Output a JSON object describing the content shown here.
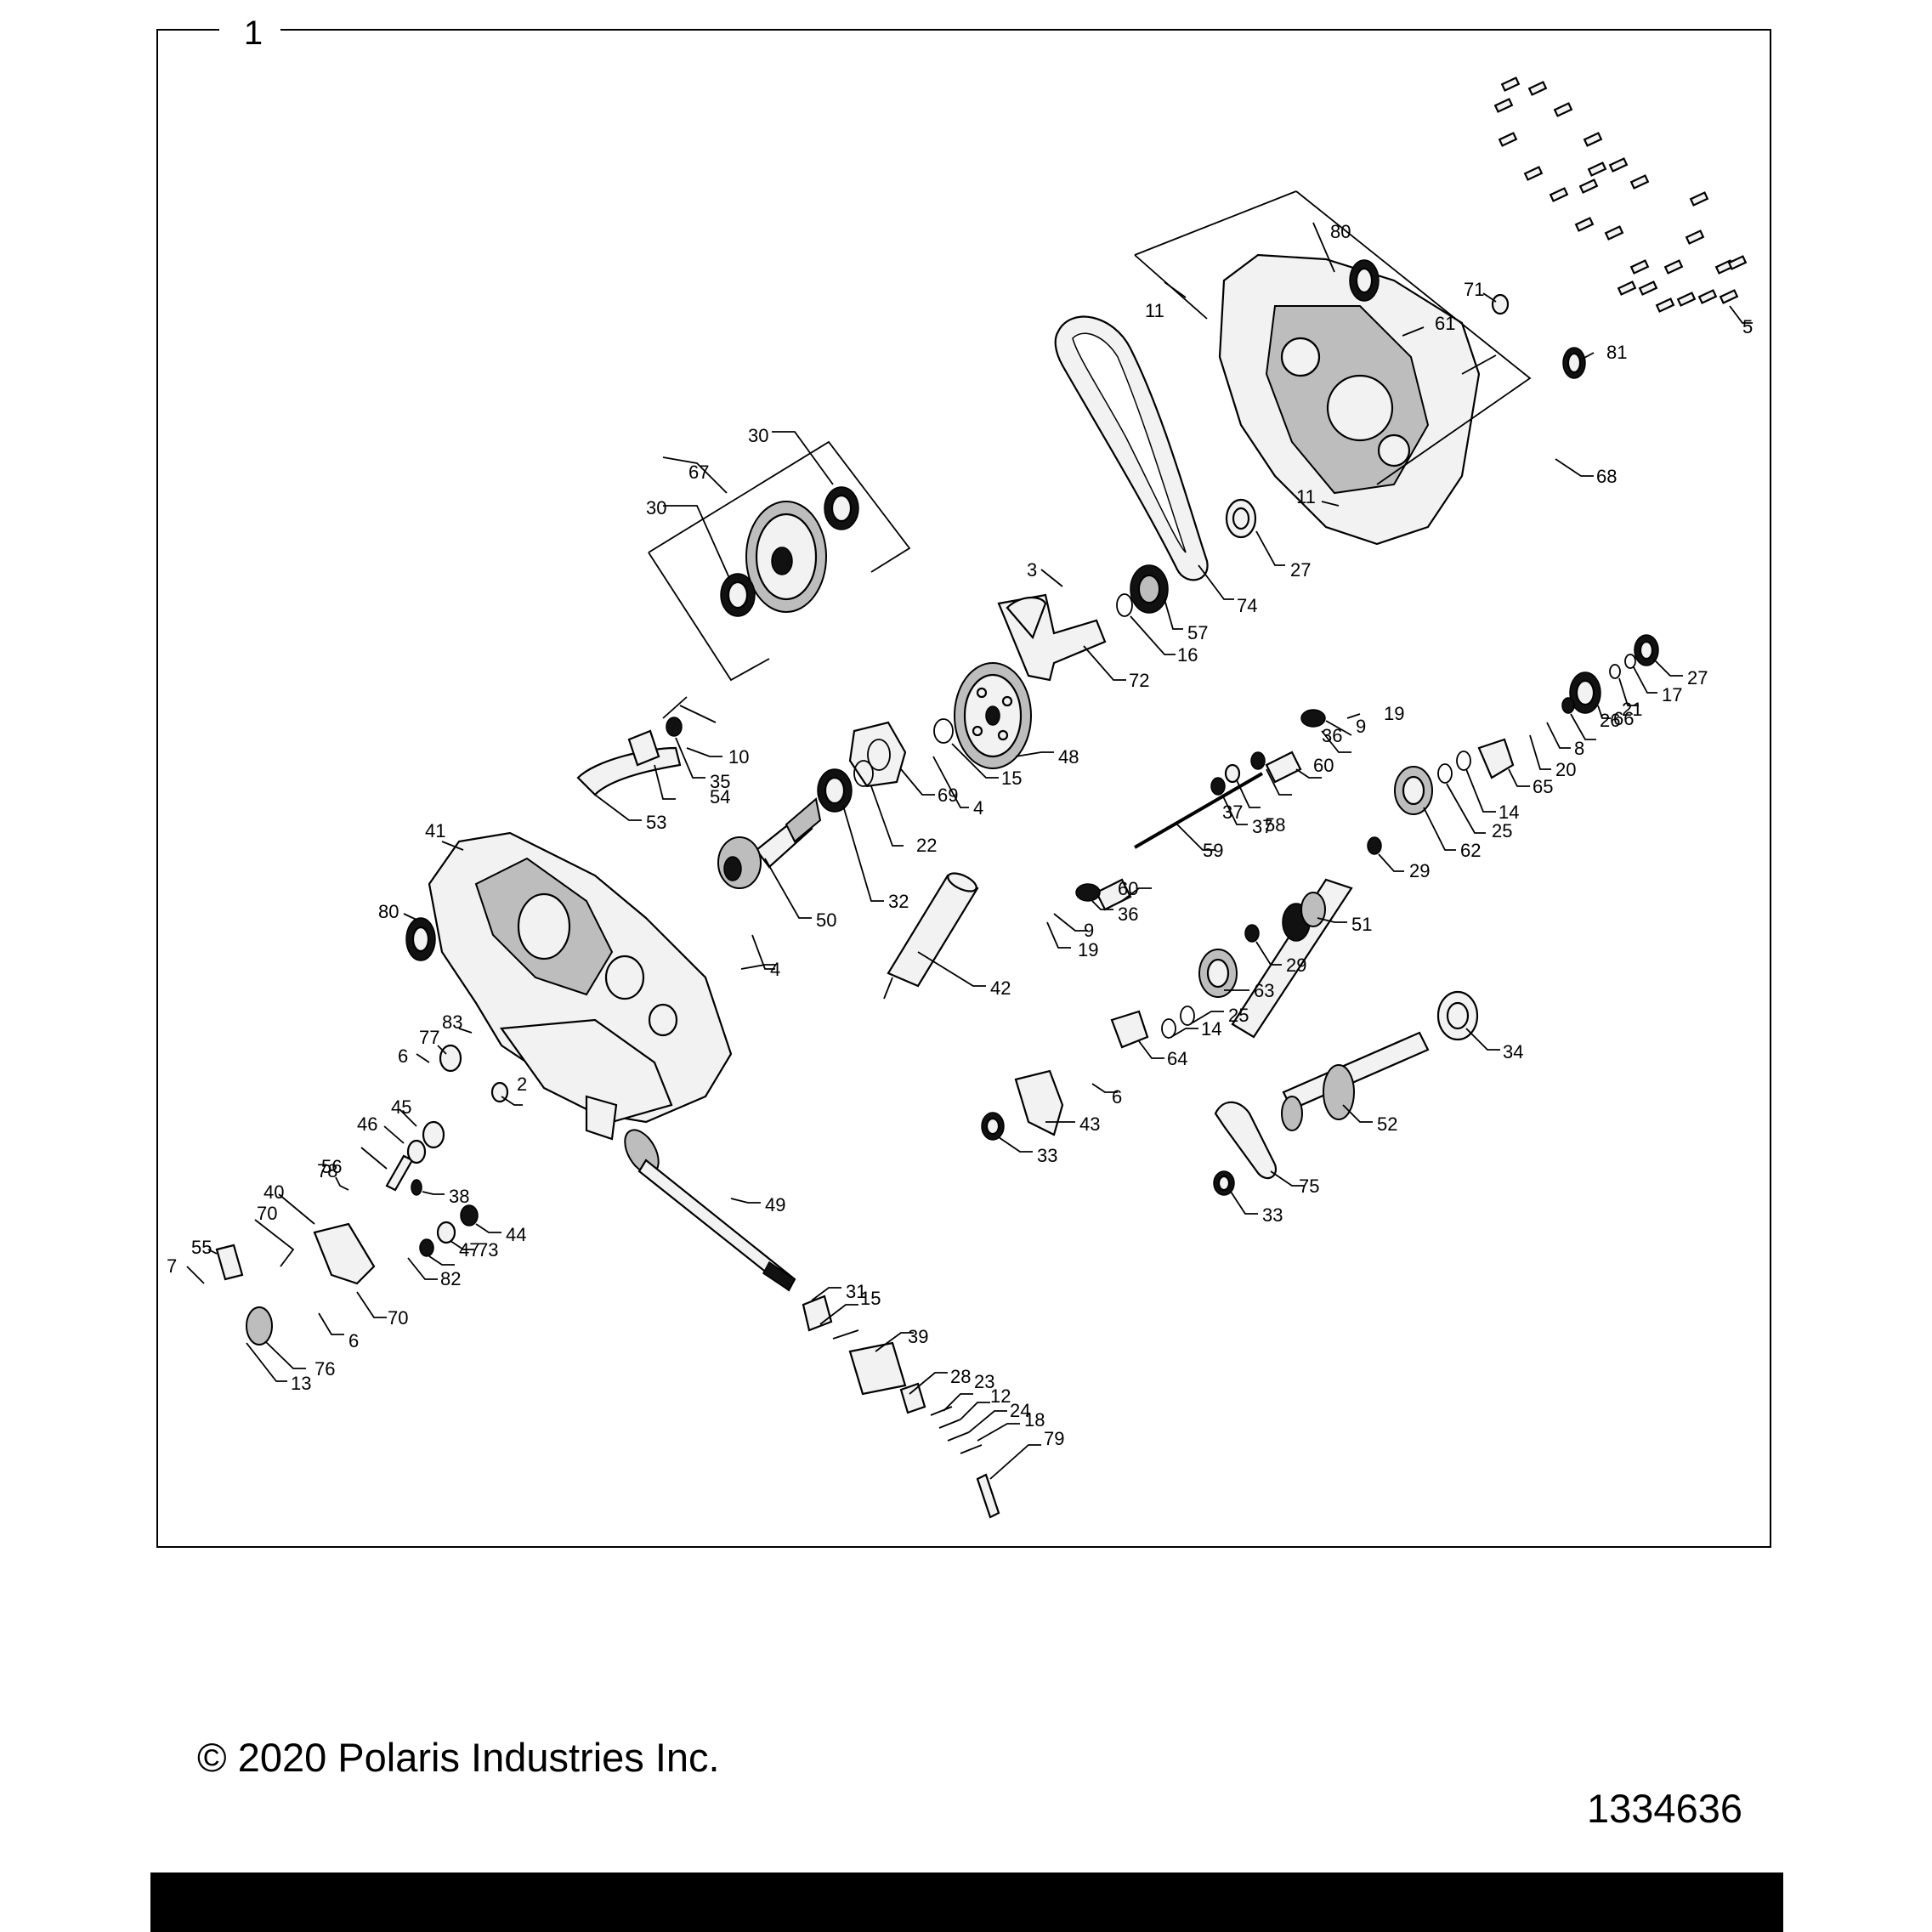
{
  "assembly": {
    "number": "1"
  },
  "callouts": [
    "2",
    "3",
    "4",
    "4",
    "5",
    "6",
    "6",
    "6",
    "7",
    "8",
    "9",
    "9",
    "10",
    "11",
    "11",
    "12",
    "13",
    "14",
    "14",
    "15",
    "15",
    "16",
    "17",
    "18",
    "19",
    "19",
    "20",
    "21",
    "22",
    "23",
    "24",
    "25",
    "25",
    "26",
    "27",
    "27",
    "28",
    "29",
    "29",
    "30",
    "30",
    "31",
    "32",
    "33",
    "33",
    "34",
    "35",
    "36",
    "36",
    "37",
    "37",
    "38",
    "39",
    "40",
    "41",
    "42",
    "43",
    "44",
    "45",
    "46",
    "47",
    "48",
    "49",
    "50",
    "51",
    "52",
    "53",
    "54",
    "55",
    "56",
    "57",
    "58",
    "59",
    "60",
    "60",
    "61",
    "62",
    "63",
    "64",
    "65",
    "66",
    "67",
    "68",
    "69",
    "70",
    "70",
    "71",
    "72",
    "73",
    "74",
    "75",
    "76",
    "77",
    "78",
    "79",
    "80",
    "80",
    "81",
    "82",
    "83"
  ],
  "footer": {
    "copyright": "© 2020 Polaris Industries Inc.",
    "diagram_id": "1334636"
  }
}
